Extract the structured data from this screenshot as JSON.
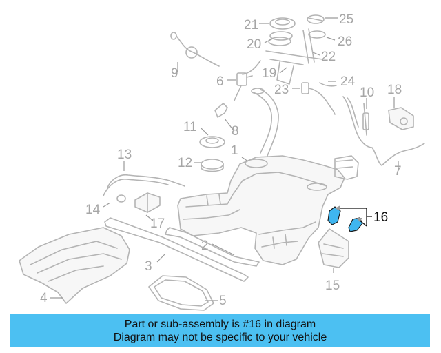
{
  "diagram": {
    "callouts": [
      "1",
      "2",
      "3",
      "4",
      "5",
      "6",
      "7",
      "8",
      "9",
      "10",
      "11",
      "12",
      "13",
      "14",
      "15",
      "16",
      "17",
      "18",
      "19",
      "20",
      "21",
      "22",
      "23",
      "24",
      "25",
      "26"
    ],
    "highlight_color": "#3fb6f0",
    "highlighted_callout": "16"
  },
  "banner": {
    "line1": "Part or sub-assembly is #16 in diagram",
    "line2": "Diagram may not be specific to your vehicle",
    "background": "#4cc0f2"
  }
}
